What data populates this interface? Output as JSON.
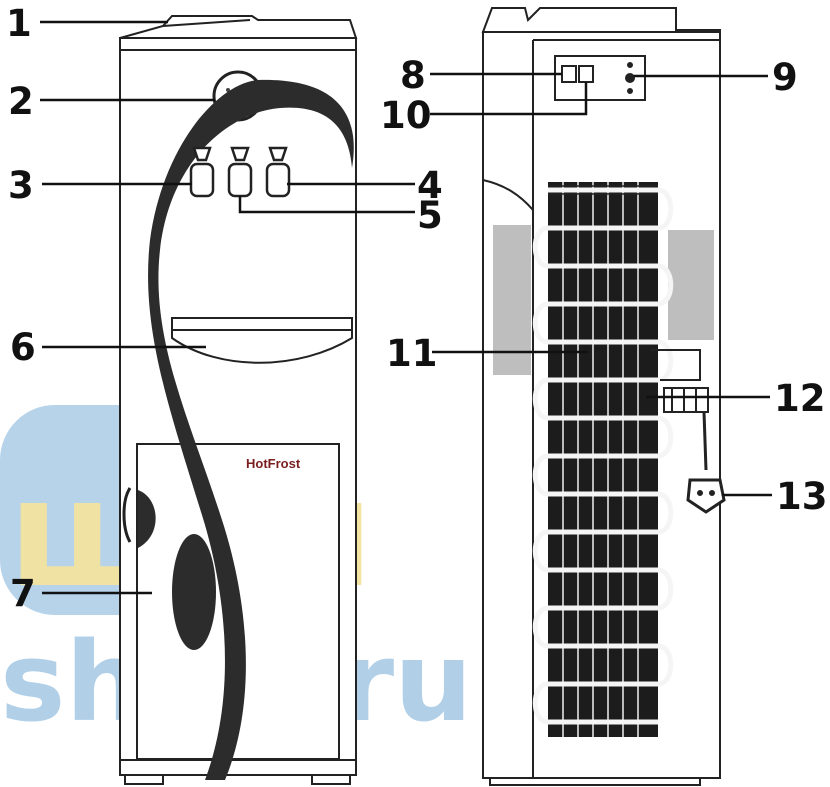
{
  "figure": {
    "brand": "HotFrost",
    "watermark_top": "шоп",
    "watermark_bottom": "shop.ru",
    "watermark_colors": {
      "blue": "#a9cbe6",
      "yellow": "#f4e3a0"
    }
  },
  "callouts": {
    "n1": "1",
    "n2": "2",
    "n3": "3",
    "n4": "4",
    "n5": "5",
    "n6": "6",
    "n7": "7",
    "n8": "8",
    "n9": "9",
    "n10": "10",
    "n11": "11",
    "n12": "12",
    "n13": "13"
  }
}
